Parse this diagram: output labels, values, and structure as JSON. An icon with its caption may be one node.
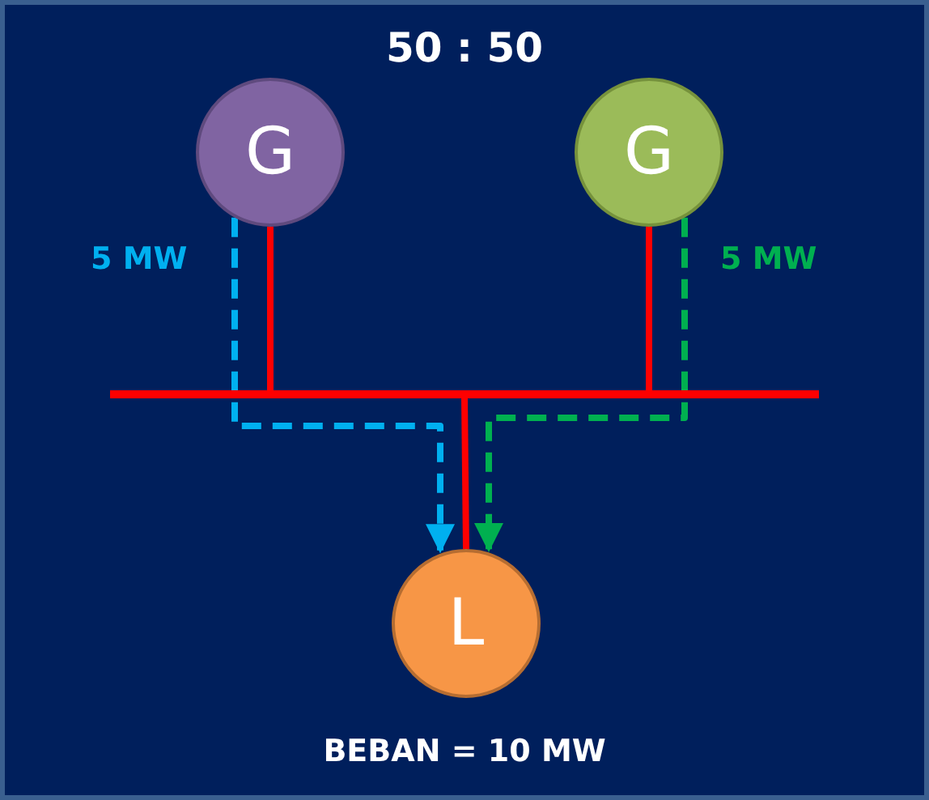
{
  "diagram": {
    "title": "50 : 50",
    "nodes": [
      {
        "text": [
          "G"
        ]
      },
      {
        "text": [
          "G"
        ]
      },
      {
        "text": [
          "L"
        ],
        "beside": [
          "BEBAN = 10 MW"
        ]
      },
      {
        "text": [],
        "shape": "bar"
      }
    ],
    "edges": [
      {
        "from": 0,
        "to": 3,
        "arrow": "none"
      },
      {
        "from": 1,
        "to": 3,
        "arrow": "none"
      },
      {
        "from": 3,
        "to": 2,
        "arrow": "none"
      },
      {
        "from": 0,
        "to": 2,
        "arrow": "to",
        "style": "dashed",
        "color": "#00b0f0",
        "label": "5 MW"
      },
      {
        "from": 1,
        "to": 2,
        "arrow": "to",
        "style": "dashed",
        "color": "#00b050",
        "label": "5 MW"
      }
    ]
  }
}
